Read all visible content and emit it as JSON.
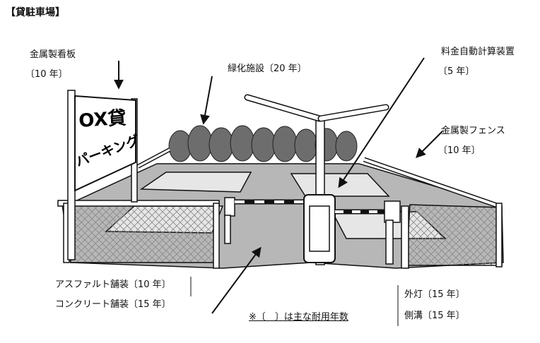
{
  "title": "【貸駐車場】",
  "sign_text": {
    "line1": "OX貸",
    "line2": "パーキング"
  },
  "labels": {
    "metal_sign": {
      "name": "金属製看板",
      "years": "〔10 年〕"
    },
    "greenery": {
      "name": "緑化施設〔20 年〕"
    },
    "fare_machine": {
      "name": "料金自動計算装置",
      "years": "〔5 年〕"
    },
    "metal_fence": {
      "name": "金属製フェンス",
      "years": "〔10 年〕"
    },
    "asphalt": {
      "name": "アスファルト舗装〔10 年〕"
    },
    "concrete": {
      "name": "コンクリート舗装〔15 年〕"
    },
    "outdoor_light": {
      "name": "外灯〔15 年〕"
    },
    "gutter": {
      "name": "側溝〔15 年〕"
    }
  },
  "note": "※〔　〕は主な耐用年数",
  "colors": {
    "ink": "#111111",
    "asphalt": "#b7b7b7",
    "tree": "#6d6d6d",
    "fence_mesh": "#8a8a8a"
  }
}
